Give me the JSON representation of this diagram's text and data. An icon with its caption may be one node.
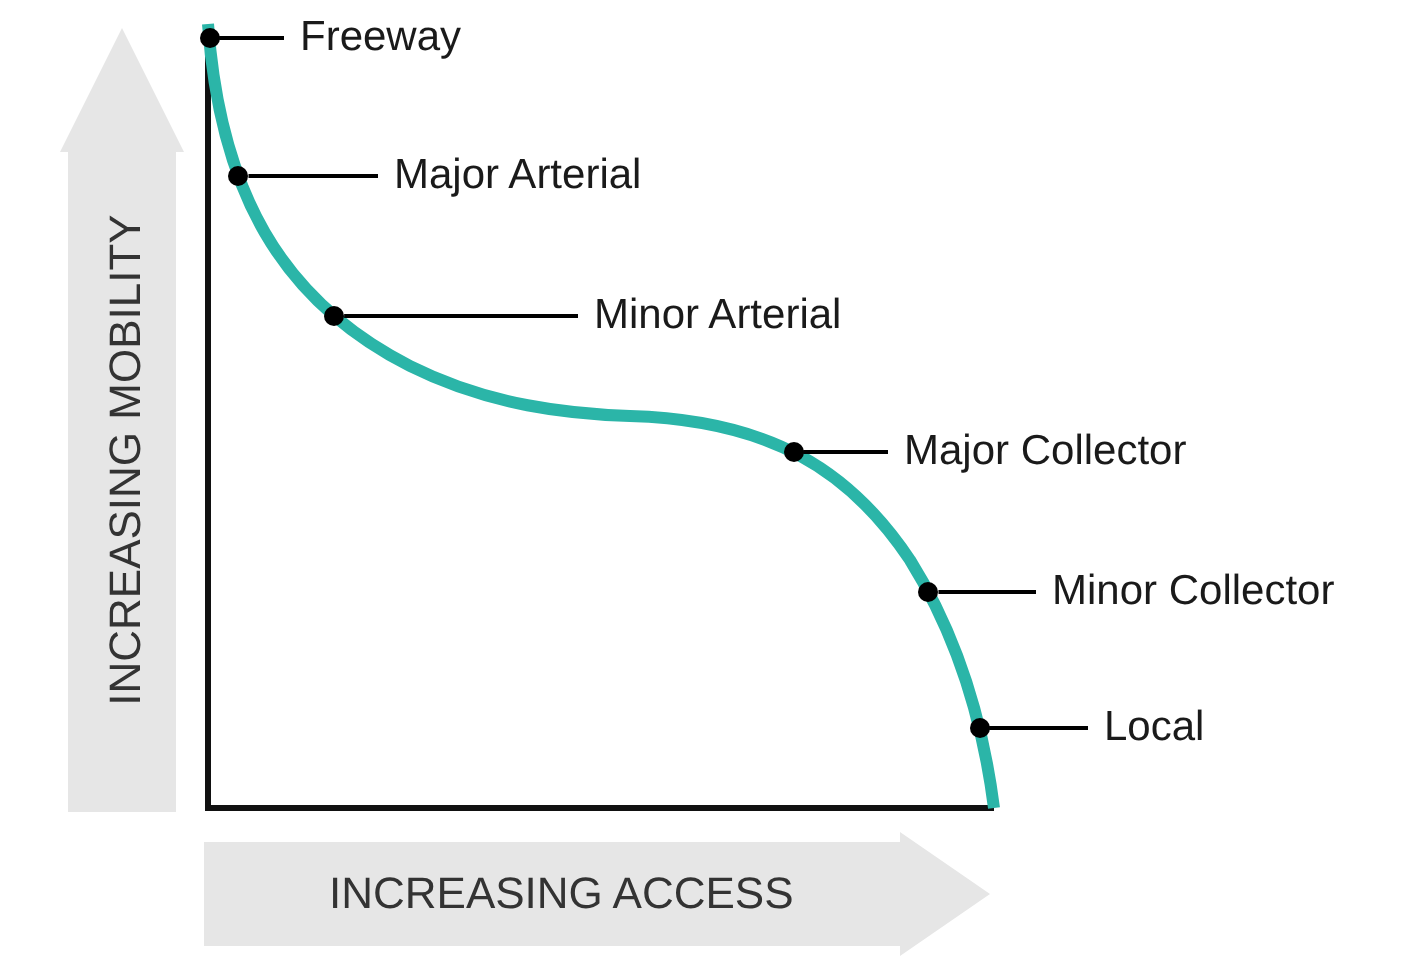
{
  "diagram": {
    "nodes": [
      {
        "text": [
          "INCREASING MOBILITY"
        ]
      },
      {
        "text": [
          "INCREASING ACCESS"
        ]
      },
      {
        "text": [
          "Freeway"
        ]
      },
      {
        "text": [
          "Major Arterial"
        ]
      },
      {
        "text": [
          "Minor Arterial"
        ]
      },
      {
        "text": [
          "Major Collector"
        ]
      },
      {
        "text": [
          "Minor Collector"
        ]
      },
      {
        "text": [
          "Local"
        ]
      },
      {
        "text": [],
        "shape": "circle"
      },
      {
        "text": [],
        "shape": "circle"
      },
      {
        "text": [],
        "shape": "circle"
      },
      {
        "text": [],
        "shape": "circle"
      },
      {
        "text": [],
        "shape": "circle"
      },
      {
        "text": [],
        "shape": "circle"
      }
    ],
    "edges": [
      {
        "from": 2,
        "to": 8,
        "arrow": "none"
      },
      {
        "from": 3,
        "to": 9,
        "arrow": "none"
      },
      {
        "from": 4,
        "to": 10,
        "arrow": "none"
      },
      {
        "from": 5,
        "to": 11,
        "arrow": "none"
      },
      {
        "from": 6,
        "to": 12,
        "arrow": "none"
      },
      {
        "from": 7,
        "to": 13,
        "arrow": "none"
      }
    ]
  }
}
